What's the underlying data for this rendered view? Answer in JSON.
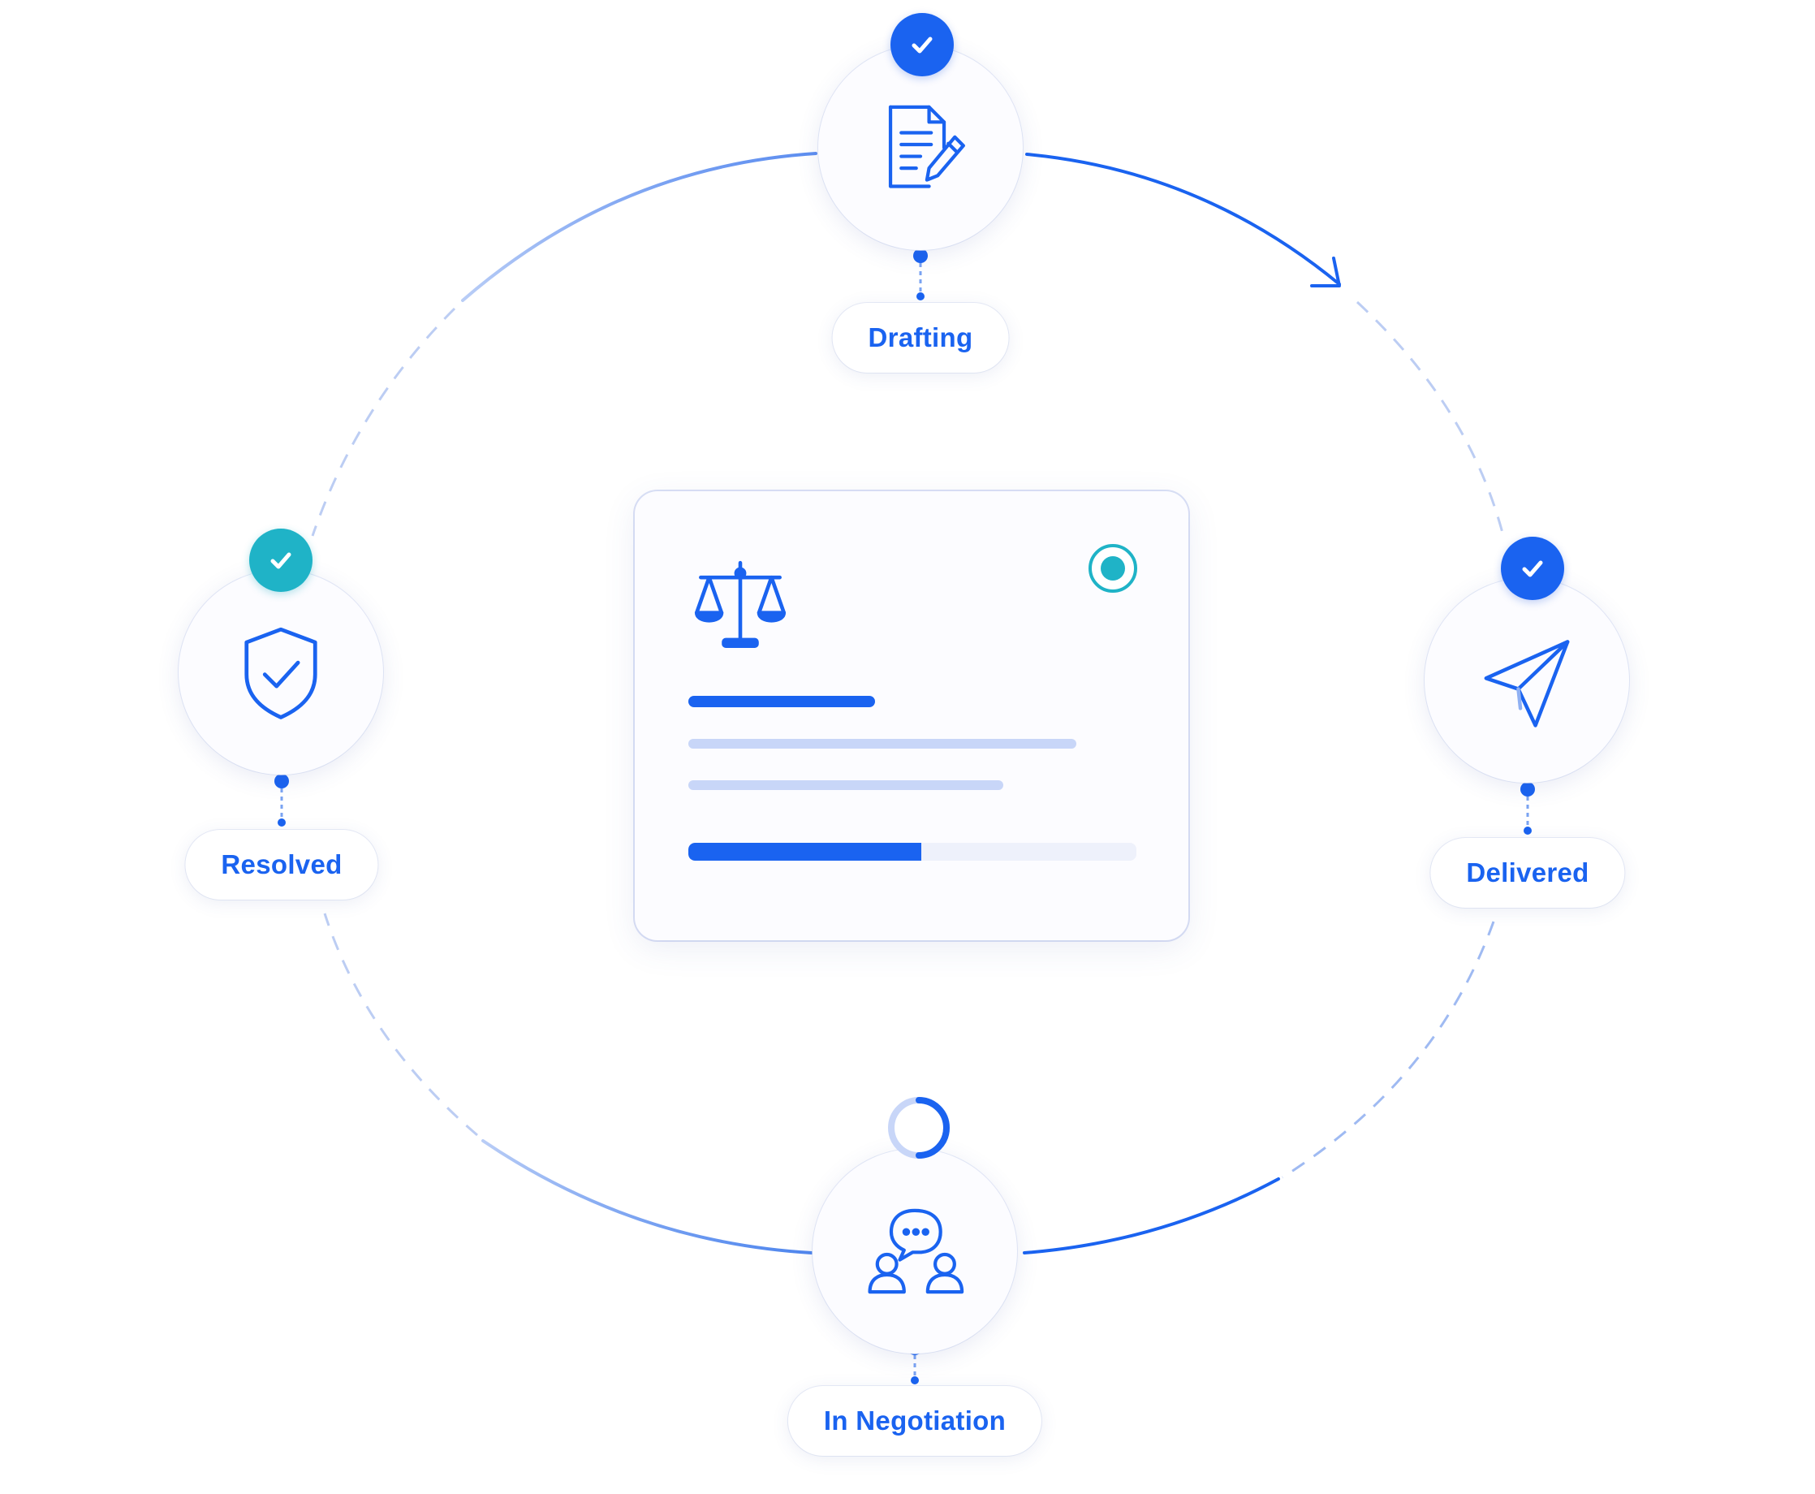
{
  "colors": {
    "accent": "#1a63f0",
    "accent_light": "#c8d6f8",
    "teal": "#1fb3c7",
    "track": "#eef1fb"
  },
  "stages": [
    {
      "id": "drafting",
      "label": "Drafting",
      "icon": "document-edit-icon",
      "status": "complete"
    },
    {
      "id": "delivered",
      "label": "Delivered",
      "icon": "paper-plane-icon",
      "status": "complete"
    },
    {
      "id": "negotiation",
      "label": "In Negotiation",
      "icon": "discussion-people-icon",
      "status": "in-progress"
    },
    {
      "id": "resolved",
      "label": "Resolved",
      "icon": "shield-check-icon",
      "status": "complete"
    }
  ],
  "card": {
    "icon": "scales-of-justice-icon",
    "indicator": "radio-selected-icon",
    "progress": 0.52
  }
}
